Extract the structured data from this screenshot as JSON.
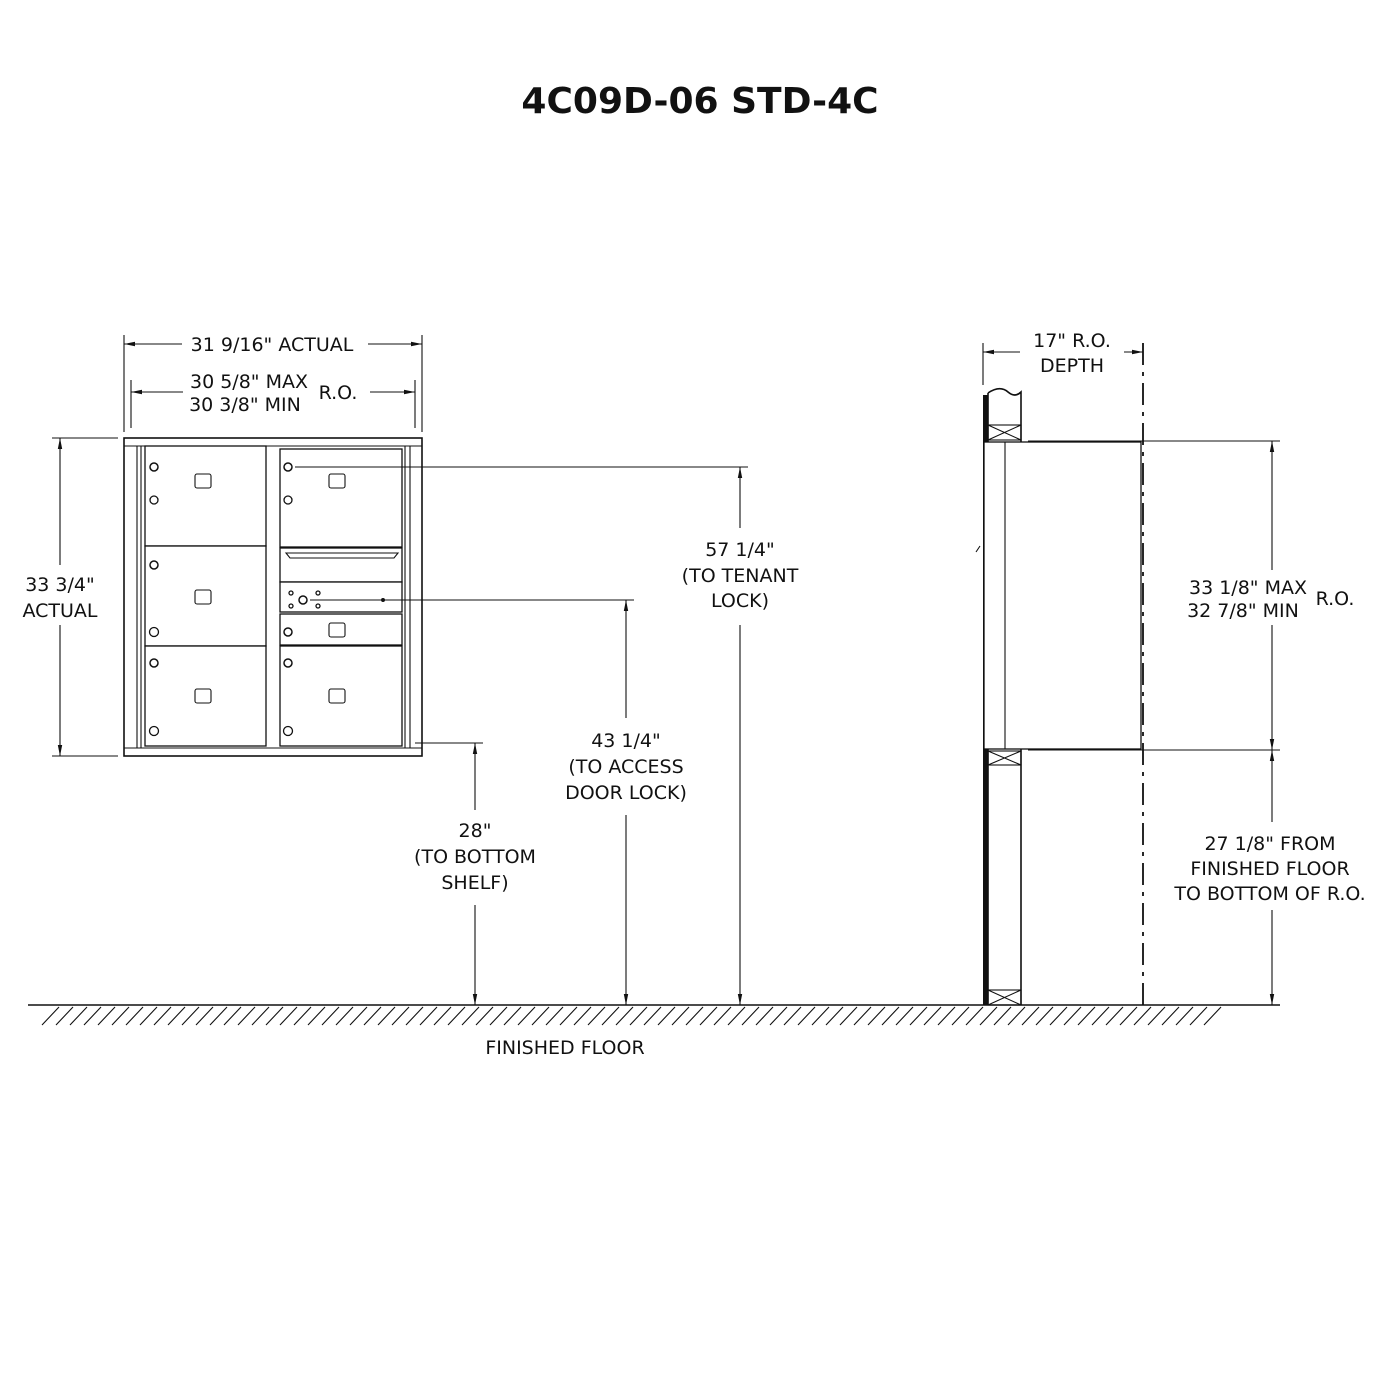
{
  "title": "4C09D-06 STD-4C",
  "front_view": {
    "width_actual": "31 9/16\" ACTUAL",
    "ro_width_max": "30 5/8\" MAX",
    "ro_width_min": "30 3/8\" MIN",
    "ro_label": "R.O.",
    "height_actual_value": "33 3/4\"",
    "height_actual_label": "ACTUAL",
    "tenant_lock": [
      "57 1/4\"",
      "(TO TENANT",
      "LOCK)"
    ],
    "access_lock": [
      "43 1/4\"",
      "(TO ACCESS",
      "DOOR LOCK)"
    ],
    "bottom_shelf": [
      "28\"",
      "(TO BOTTOM",
      "SHELF)"
    ]
  },
  "side_view": {
    "depth": [
      "17\"  R.O.",
      "DEPTH"
    ],
    "ro_height_max": "33 1/8\" MAX",
    "ro_height_min": "32 7/8\" MIN",
    "ro_label": "R.O.",
    "from_floor": [
      "27 1/8\"  FROM",
      "FINISHED FLOOR",
      "TO BOTTOM OF R.O."
    ]
  },
  "floor_label": "FINISHED FLOOR"
}
